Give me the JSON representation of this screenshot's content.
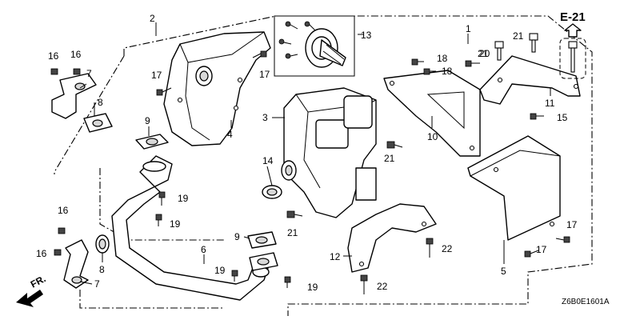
{
  "diagram_code": "Z6B0E1601A",
  "ref_section": "E-21",
  "front_label": "FR.",
  "labels": {
    "p1": "1",
    "p2": "2",
    "p3": "3",
    "p4": "4",
    "p5": "5",
    "p6": "6",
    "p7a": "7",
    "p7b": "7",
    "p8a": "8",
    "p8b": "8",
    "p9a": "9",
    "p9b": "9",
    "p10": "10",
    "p11": "11",
    "p12": "12",
    "p13": "13",
    "p14": "14",
    "p15": "15",
    "p16a": "16",
    "p16b": "16",
    "p16c": "16",
    "p16d": "16",
    "p17a": "17",
    "p17b": "17",
    "p17c": "17",
    "p17d": "17",
    "p18a": "18",
    "p18b": "18",
    "p19a": "19",
    "p19b": "19",
    "p19c": "19",
    "p19d": "19",
    "p20": "20",
    "p21a": "21",
    "p21b": "21",
    "p21c": "21",
    "p21d": "21",
    "p22a": "22",
    "p22b": "22"
  }
}
